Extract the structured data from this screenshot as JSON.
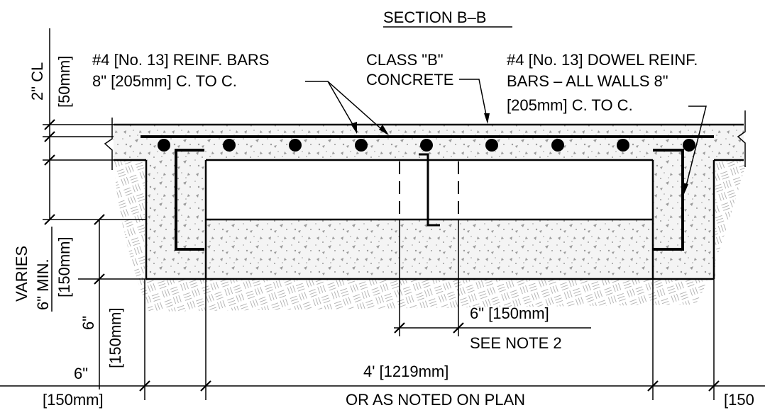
{
  "section_title": "SECTION B–B",
  "slab_cover_label": "2\" CL",
  "slab_cover_label_metric": "[50mm]",
  "reinf_bars_line1": "#4 [No. 13] REINF. BARS",
  "reinf_bars_line2": "8\" [205mm] C. TO C.",
  "concrete_line1": "CLASS \"B\"",
  "concrete_line2": "CONCRETE",
  "dowel_line1": "#4 [No. 13] DOWEL REINF.",
  "dowel_line2": "BARS – ALL WALLS 8\"",
  "dowel_line3": "[205mm] C. TO C.",
  "depth_varies": "VARIES",
  "depth_min": "6\" MIN.",
  "depth_min_metric": "[150mm]",
  "wall_depth": "6\"",
  "wall_depth_metric": "[150mm]",
  "joint_width": "6\" [150mm]",
  "joint_note": "SEE NOTE 2",
  "wall_thickness": "6\"",
  "wall_thickness_metric": "[150mm]",
  "clear_span": "4' [1219mm]",
  "clear_span_note": "OR AS NOTED ON PLAN",
  "right_wall_metric": "[150",
  "colors": {
    "ink": "#000000",
    "concrete_fill": "#f4f4f4",
    "aggregate": "#9a9a9a",
    "soil_hatch": "#b5b5b5"
  }
}
